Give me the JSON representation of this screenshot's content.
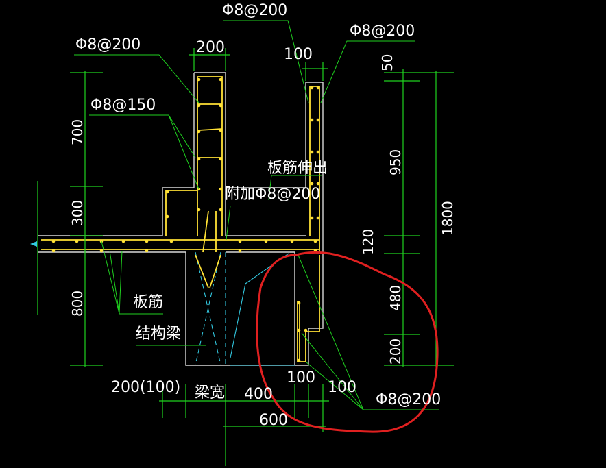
{
  "labels": {
    "phi8_200_top": "Φ8@200",
    "phi8_200_topright": "Φ8@200",
    "phi8_200_left": "Φ8@200",
    "phi8_150": "Φ8@150",
    "phi8_200_bottom": "Φ8@200",
    "extra_bar": "附加Φ8@200",
    "slab_bar_out": "板筋伸出",
    "slab_bar": "板筋",
    "structural_beam": "结构梁",
    "beam_width": "梁宽"
  },
  "dimensions": {
    "d200_top": "200",
    "d100_top": "100",
    "d50": "50",
    "d700": "700",
    "d300": "300",
    "d800": "800",
    "d950": "950",
    "d1800": "1800",
    "d120": "120",
    "d480": "480",
    "d200_right": "200",
    "d200_100": "200(100)",
    "d400": "400",
    "d100_a": "100",
    "d100_b": "100",
    "d600": "600"
  },
  "colors": {
    "background": "#000000",
    "dimension": "#1fd11f",
    "rebar": "#ffe135",
    "outline": "#d8d8d8",
    "hidden": "#32c8e0",
    "highlight": "#e02020"
  }
}
